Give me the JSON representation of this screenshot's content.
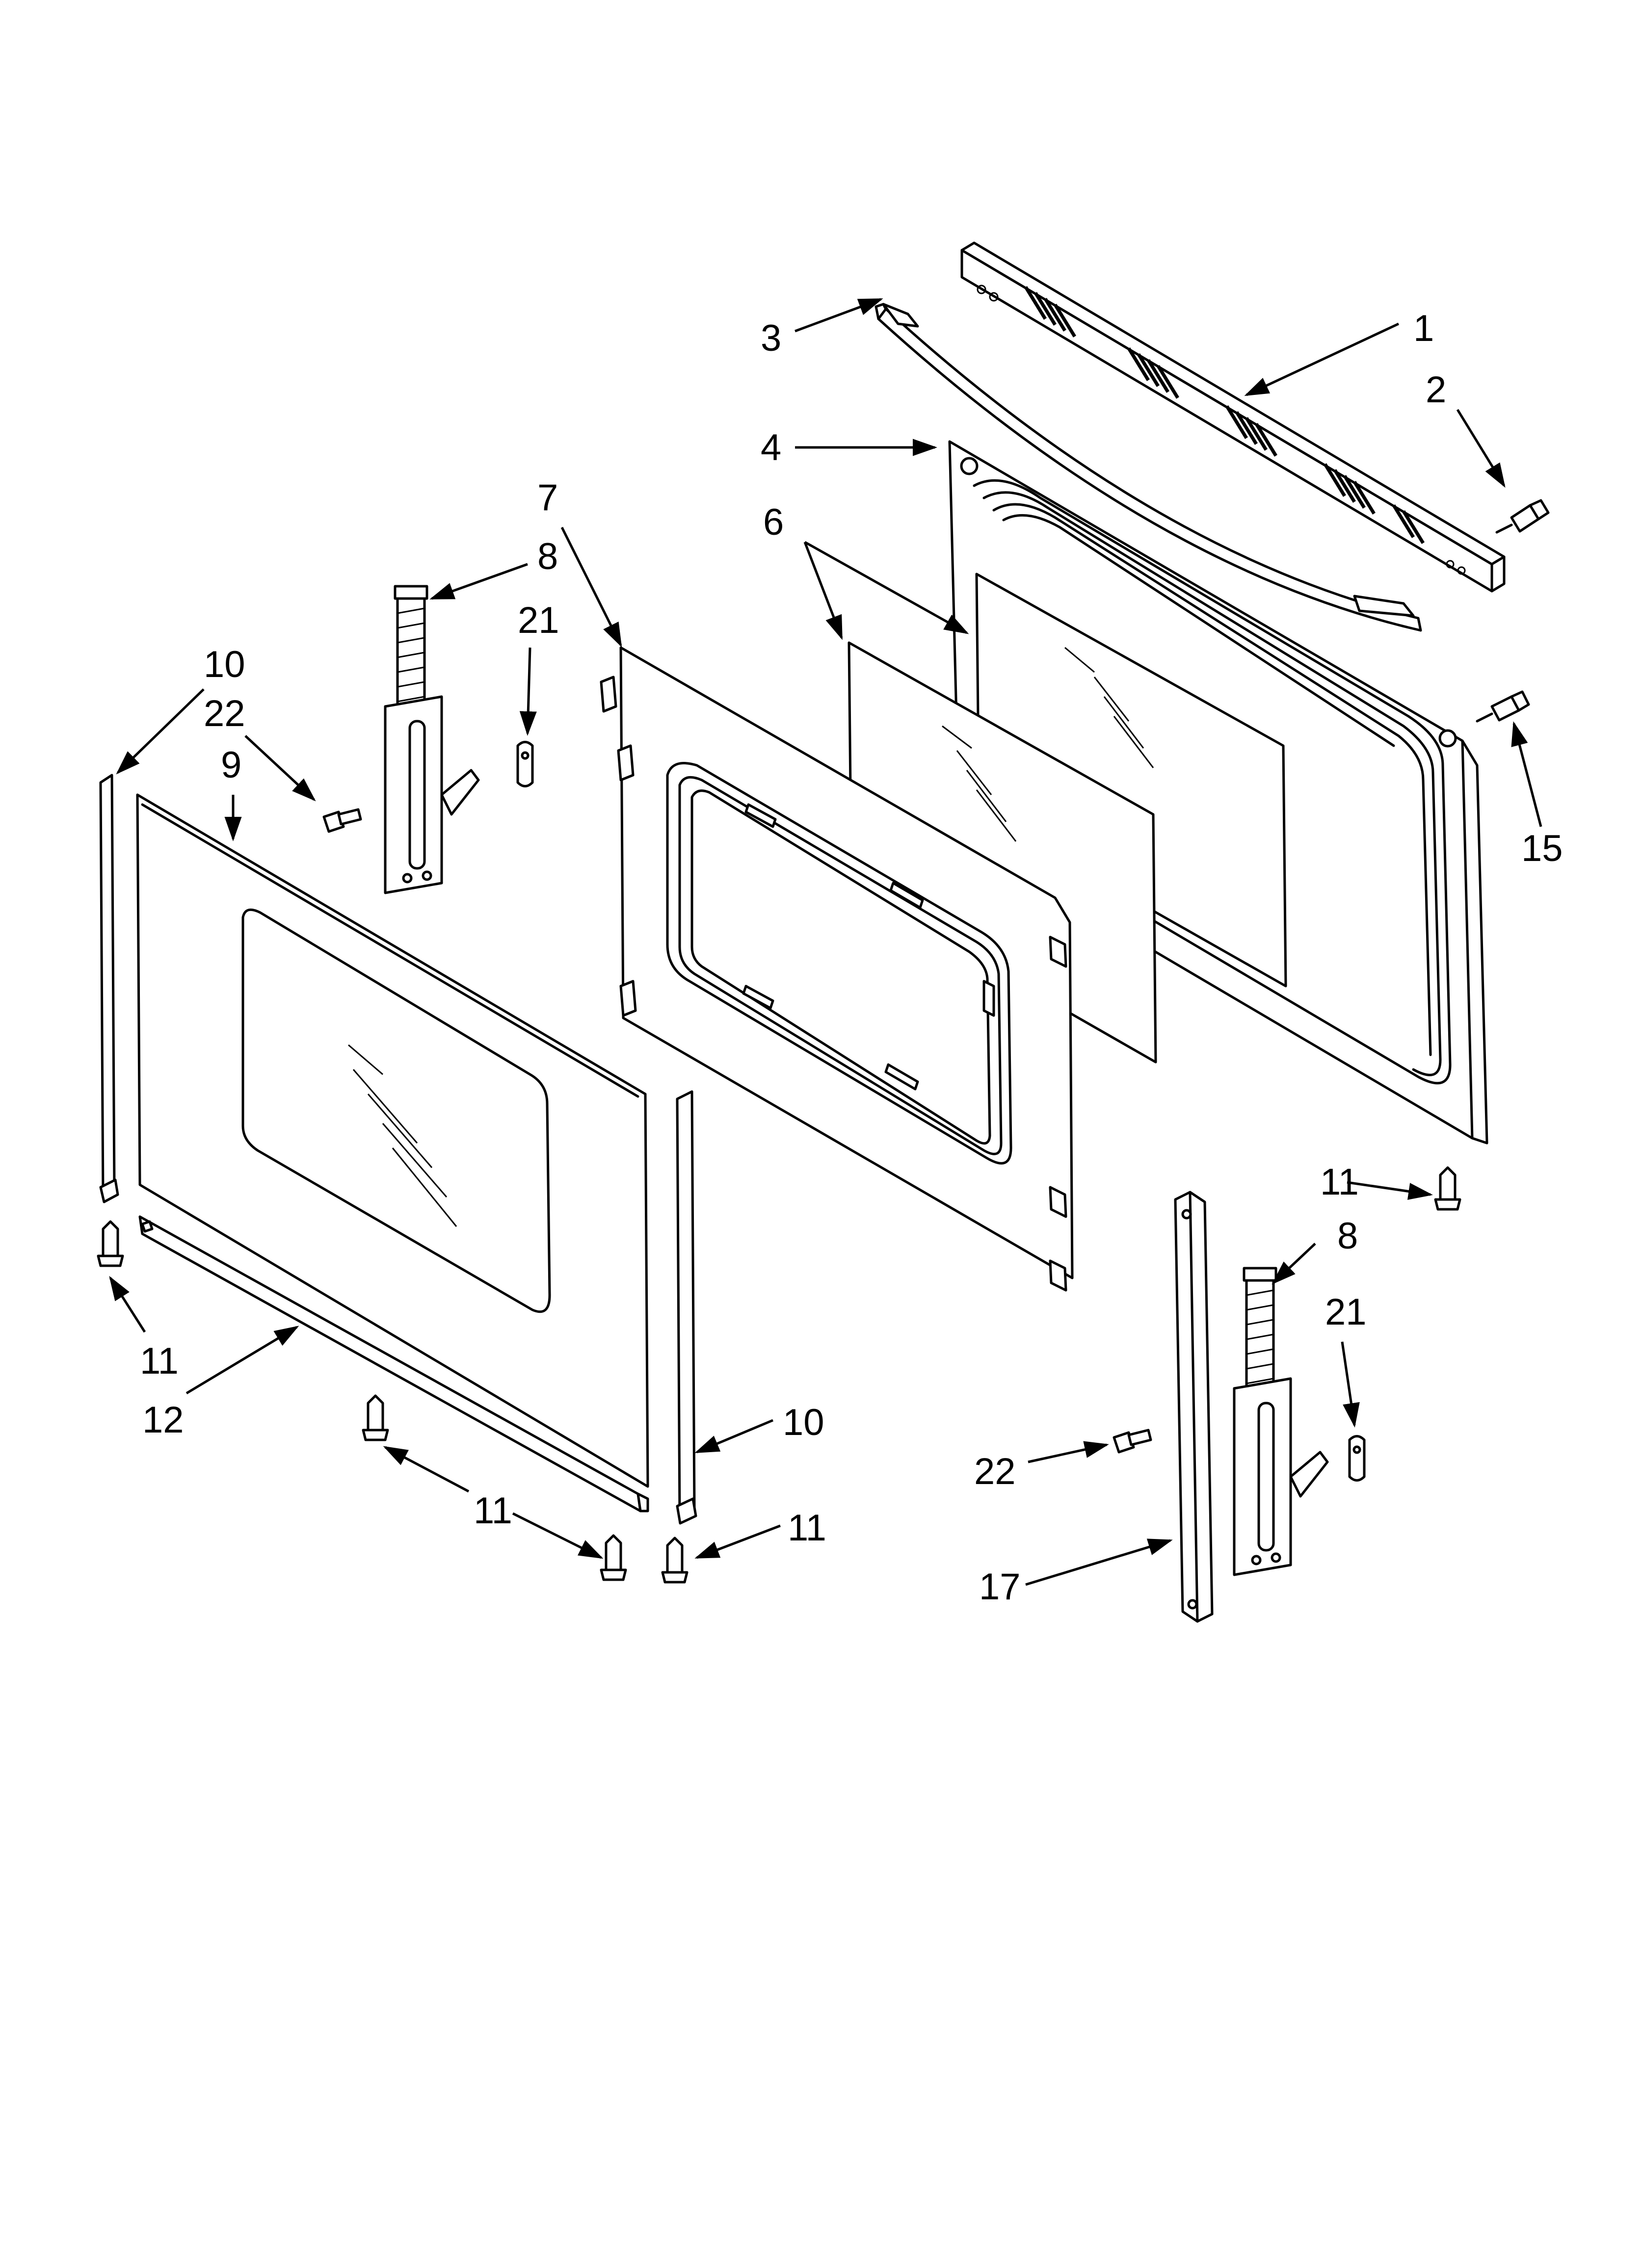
{
  "callouts": {
    "c1": "1",
    "c2": "2",
    "c3": "3",
    "c4": "4",
    "c6": "6",
    "c7": "7",
    "c8a": "8",
    "c8b": "8",
    "c9": "9",
    "c10a": "10",
    "c10b": "10",
    "c11a": "11",
    "c11b": "11",
    "c11c": "11",
    "c11d": "11",
    "c12": "12",
    "c15": "15",
    "c17": "17",
    "c21a": "21",
    "c21b": "21",
    "c22a": "22",
    "c22b": "22"
  }
}
